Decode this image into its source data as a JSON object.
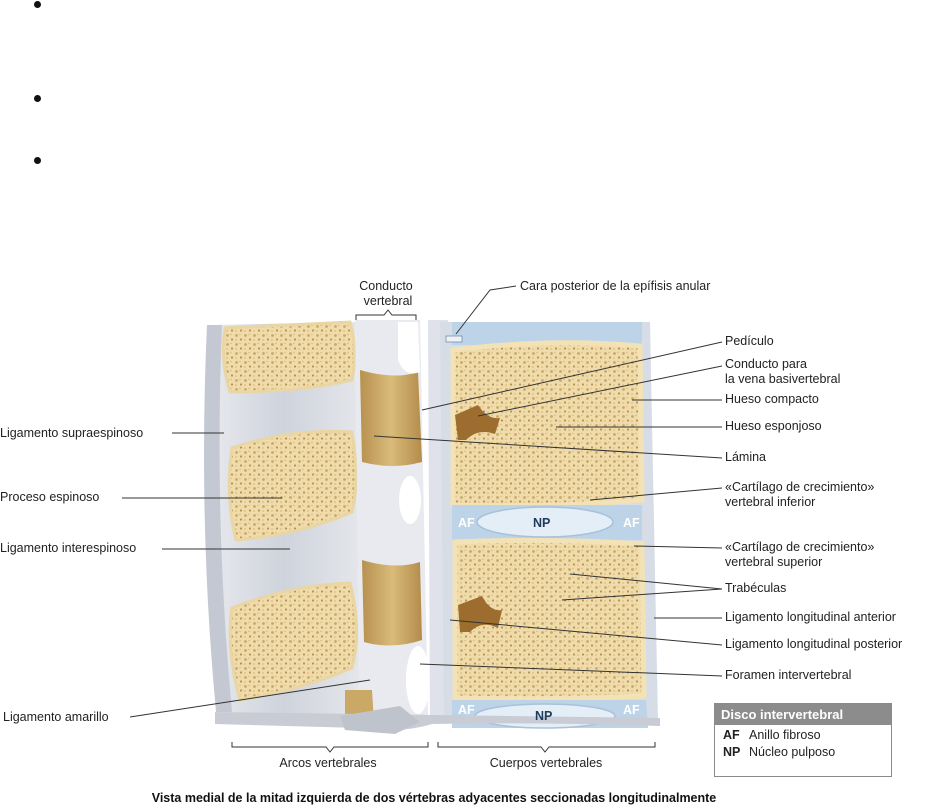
{
  "bullets": [
    "",
    "",
    ""
  ],
  "header": {
    "conducto_vertebral_line1": "Conducto",
    "conducto_vertebral_line2": "vertebral"
  },
  "labels": {
    "cara_posterior": "Cara posterior de la epífisis anular",
    "pediculo": "Pedículo",
    "conducto_basivertebral_1": "Conducto para",
    "conducto_basivertebral_2": "la vena basivertebral",
    "hueso_compacto": "Hueso compacto",
    "hueso_esponjoso": "Hueso esponjoso",
    "lamina": "Lámina",
    "cartilago_inferior_1": "«Cartílago de crecimiento»",
    "cartilago_inferior_2": "vertebral inferior",
    "cartilago_superior_1": "«Cartílago de crecimiento»",
    "cartilago_superior_2": "vertebral superior",
    "trabeculas": "Trabéculas",
    "lig_long_anterior": "Ligamento longitudinal anterior",
    "lig_long_posterior": "Ligamento longitudinal posterior",
    "foramen": "Foramen intervertebral",
    "lig_supraespinoso": "Ligamento supraespinoso",
    "proceso_espinoso": "Proceso espinoso",
    "lig_interespinoso": "Ligamento interespinoso",
    "lig_amarillo": "Ligamento amarillo",
    "arcos_vertebrales": "Arcos vertebrales",
    "cuerpos_vertebrales": "Cuerpos vertebrales"
  },
  "disc_marks": {
    "af": "AF",
    "np": "NP"
  },
  "legend": {
    "title": "Disco intervertebral",
    "rows": [
      {
        "abbr": "AF",
        "text": "Anillo fibroso"
      },
      {
        "abbr": "NP",
        "text": "Núcleo pulposo"
      }
    ]
  },
  "caption": "Vista medial de la mitad izquierda de dos vértebras adyacentes seccionadas longitudinalmente",
  "colors": {
    "bone": "#f1dfb3",
    "bone_spongy": "#d9bf86",
    "ligament": "#dcdfe6",
    "ligamentum_flavum": "#caa865",
    "disc_annulus": "#bcd3e8",
    "disc_nucleus": "#e3eef7",
    "legend_header": "#8c8c8c"
  }
}
